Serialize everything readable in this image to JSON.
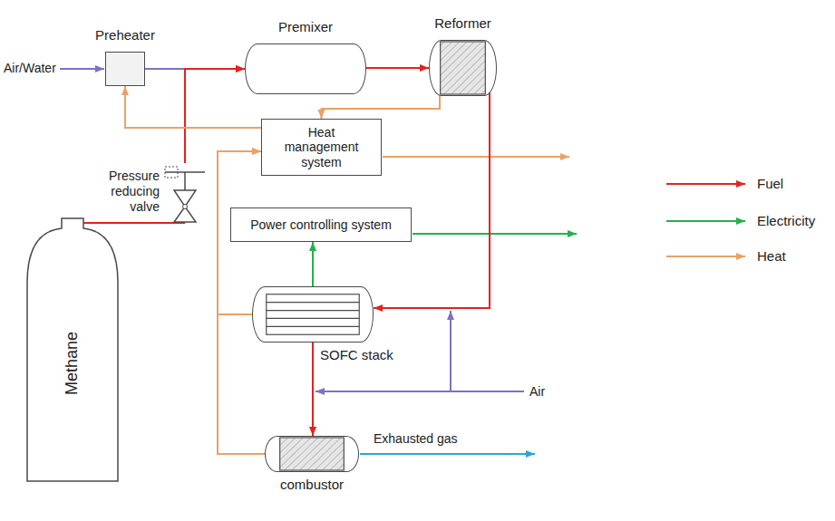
{
  "diagram": {
    "nodes": [
      {
        "text": [
          "Preheater"
        ]
      },
      {
        "text": [
          "Premixer"
        ]
      },
      {
        "text": [
          "Reformer"
        ]
      },
      {
        "text": [
          "Heat management system"
        ]
      },
      {
        "text": [
          "Power controlling system"
        ]
      },
      {
        "text": [
          "SOFC stack"
        ]
      },
      {
        "text": [
          "combustor"
        ]
      },
      {
        "text": [
          "Methane"
        ]
      },
      {
        "text": [
          "Pressure reducing valve"
        ]
      }
    ],
    "edges": [
      {
        "from": 0,
        "to": 1,
        "arrow": "to"
      },
      {
        "from": 7,
        "to": 8,
        "arrow": "none"
      },
      {
        "from": 8,
        "to": 1,
        "arrow": "to"
      },
      {
        "from": 1,
        "to": 2,
        "arrow": "to"
      },
      {
        "from": 2,
        "to": 3,
        "arrow": "to"
      },
      {
        "from": 3,
        "to": 0,
        "arrow": "to"
      },
      {
        "from": 2,
        "to": 5,
        "arrow": "to"
      },
      {
        "from": 5,
        "to": 4,
        "arrow": "to"
      },
      {
        "from": 5,
        "to": 3,
        "arrow": "to"
      },
      {
        "from": 5,
        "to": 6,
        "arrow": "to"
      },
      {
        "from": 6,
        "to": 3,
        "arrow": "to"
      }
    ],
    "labels": [
      "Air/Water",
      "Air",
      "Exhausted gas"
    ],
    "legend": [
      {
        "text": "Fuel"
      },
      {
        "text": "Electricity"
      },
      {
        "text": "Heat"
      }
    ]
  }
}
